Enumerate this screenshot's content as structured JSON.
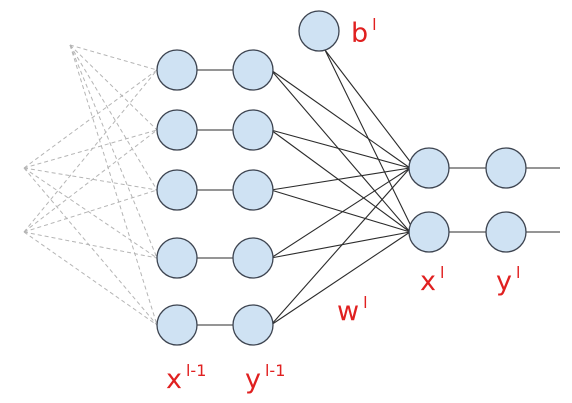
{
  "labels": {
    "b_l": {
      "main": "b",
      "sup": "l"
    },
    "w_l": {
      "main": "w",
      "sup": "l"
    },
    "x_l": {
      "main": "x",
      "sup": "l"
    },
    "y_l": {
      "main": "y",
      "sup": "l"
    },
    "x_lm1": {
      "main": "x",
      "sup": "l-1"
    },
    "y_lm1": {
      "main": "y",
      "sup": "l-1"
    }
  },
  "colors": {
    "node_fill": "#cfe2f3",
    "node_stroke": "#3d4450",
    "label": "#e02020",
    "edge": "#2b2b2b",
    "dashed_edge": "#b5b5b5"
  },
  "layers": {
    "x_prev_count": 5,
    "y_prev_count": 5,
    "bias_count": 1,
    "x_curr_count": 2,
    "y_curr_count": 2
  }
}
